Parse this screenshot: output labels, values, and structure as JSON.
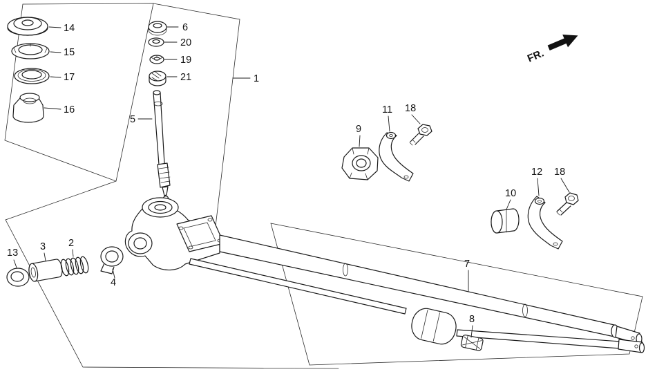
{
  "diagram": {
    "direction_label": "FR.",
    "colors": {
      "line": "#1a1a1a",
      "background": "#ffffff"
    },
    "callouts": {
      "c1": "1",
      "c2": "2",
      "c3": "3",
      "c4": "4",
      "c5": "5",
      "c6": "6",
      "c7": "7",
      "c8": "8",
      "c9": "9",
      "c10": "10",
      "c11": "11",
      "c12": "12",
      "c13": "13",
      "c14": "14",
      "c15": "15",
      "c16": "16",
      "c17": "17",
      "c18a": "18",
      "c18b": "18",
      "c19": "19",
      "c20": "20",
      "c21": "21"
    }
  }
}
